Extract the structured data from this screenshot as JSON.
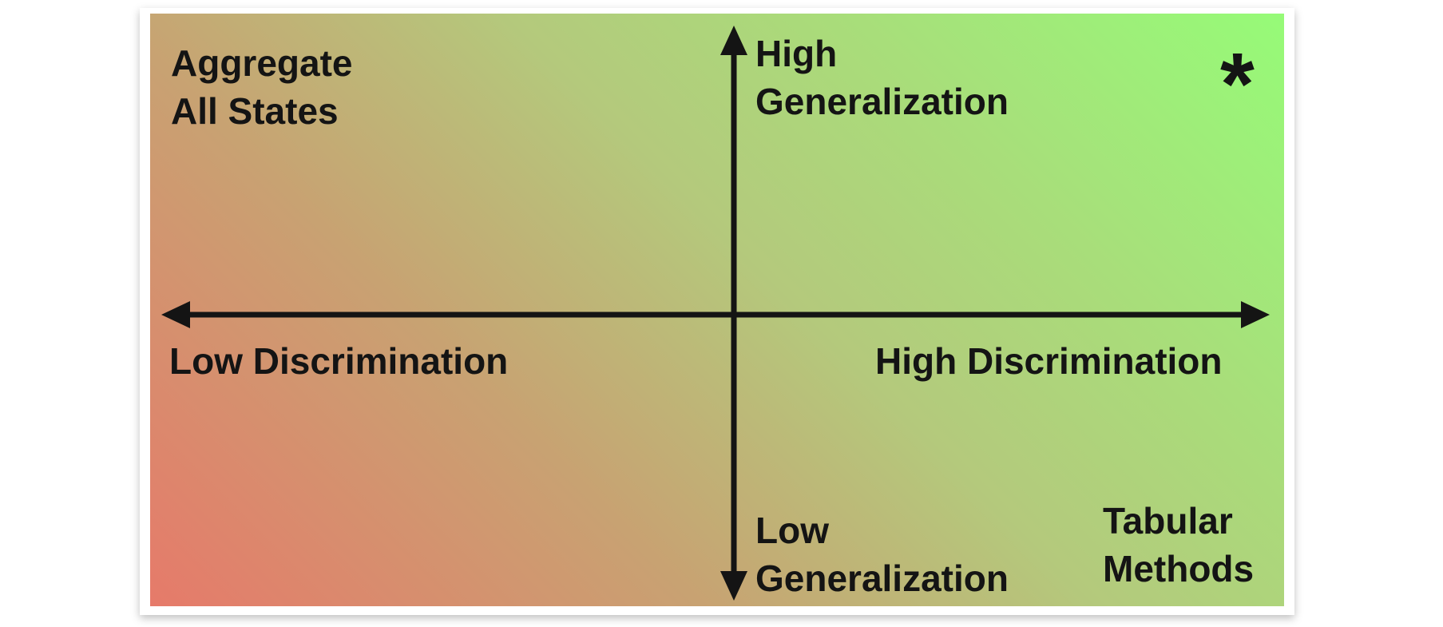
{
  "labels": {
    "top_left": [
      "Aggregate",
      "All States"
    ],
    "top_axis": [
      "High",
      "Generalization"
    ],
    "star": "*",
    "left_axis": "Low Discrimination",
    "right_axis": "High Discrimination",
    "bottom_axis": [
      "Low",
      "Generalization"
    ],
    "bottom_right": [
      "Tabular",
      "Methods"
    ]
  },
  "colors": {
    "bottom_left": "#e67a6a",
    "top_right": "#96fb78",
    "axis": "#141414"
  }
}
